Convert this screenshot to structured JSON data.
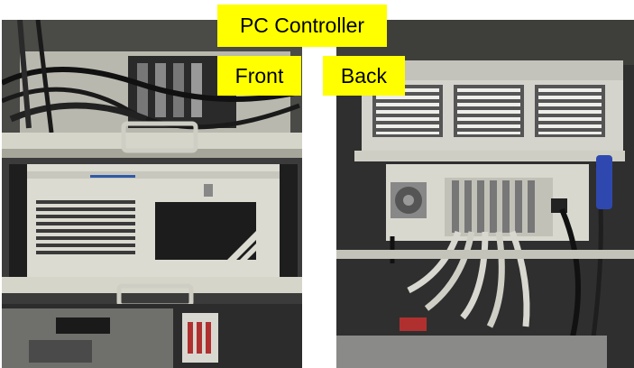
{
  "labels": {
    "title": "PC Controller",
    "front": "Front",
    "back": "Back"
  },
  "photos": {
    "front": {
      "subject": "PC controller chassis front view in equipment rack"
    },
    "back": {
      "subject": "PC controller chassis rear view with cabling"
    }
  },
  "colors": {
    "label_background": "#ffff00",
    "label_text": "#000000",
    "chassis": "#d9d8cf",
    "rack": "#3a3a3a"
  }
}
